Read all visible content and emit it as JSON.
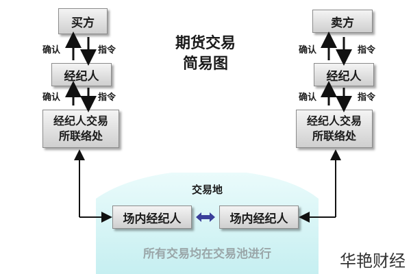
{
  "title": {
    "line1": "期货交易",
    "line2": "简易图"
  },
  "left": {
    "buyer": "买方",
    "confirm1": "确认",
    "instruct1": "指令",
    "broker": "经纪人",
    "confirm2": "确认",
    "instruct2": "指令",
    "office_line1": "经纪人交易",
    "office_line2": "所联络处"
  },
  "right": {
    "seller": "卖方",
    "confirm1": "确认",
    "instruct1": "指令",
    "broker": "经纪人",
    "confirm2": "确认",
    "instruct2": "指令",
    "office_line1": "经纪人交易",
    "office_line2": "所联络处"
  },
  "exchange": {
    "title": "交易地",
    "floor_broker_left": "场内经纪人",
    "floor_broker_right": "场内经纪人",
    "footer": "所有交易均在交易池进行"
  },
  "watermark": "华艳财经",
  "colors": {
    "pool": "#c9f0f2",
    "double_arrow": "#3a3f9a",
    "box_border": "#8a8a8a"
  }
}
